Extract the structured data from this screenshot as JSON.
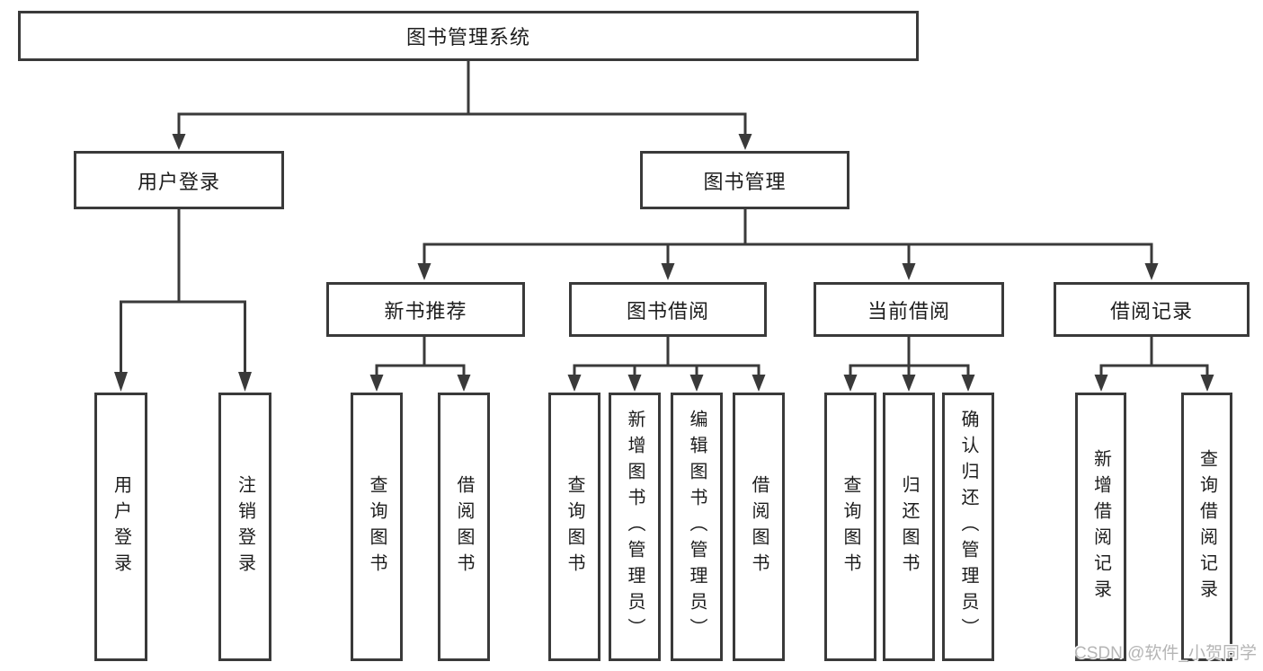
{
  "diagram": {
    "title_node": "图书管理系统",
    "tree": {
      "root": {
        "label": "图书管理系统",
        "children": [
          {
            "label": "用户登录",
            "children": [
              {
                "label": "用户登录"
              },
              {
                "label": "注销登录"
              }
            ]
          },
          {
            "label": "图书管理",
            "children": [
              {
                "label": "新书推荐",
                "children": [
                  {
                    "label": "查询图书"
                  },
                  {
                    "label": "借阅图书"
                  }
                ]
              },
              {
                "label": "图书借阅",
                "children": [
                  {
                    "label": "查询图书"
                  },
                  {
                    "label": "新增图书（管理员）"
                  },
                  {
                    "label": "编辑图书（管理员）"
                  },
                  {
                    "label": "借阅图书"
                  }
                ]
              },
              {
                "label": "当前借阅",
                "children": [
                  {
                    "label": "查询图书"
                  },
                  {
                    "label": "归还图书"
                  },
                  {
                    "label": "确认归还（管理员）"
                  }
                ]
              },
              {
                "label": "借阅记录",
                "children": [
                  {
                    "label": "新增借阅记录"
                  },
                  {
                    "label": "查询借阅记录"
                  }
                ]
              }
            ]
          }
        ]
      }
    },
    "colors": {
      "line": "#3a3a3a",
      "text": "#1d1d1d",
      "background": "#ffffff",
      "watermark": "#b5b5b5"
    }
  },
  "watermark": {
    "text": "CSDN @软件_小贺同学"
  }
}
